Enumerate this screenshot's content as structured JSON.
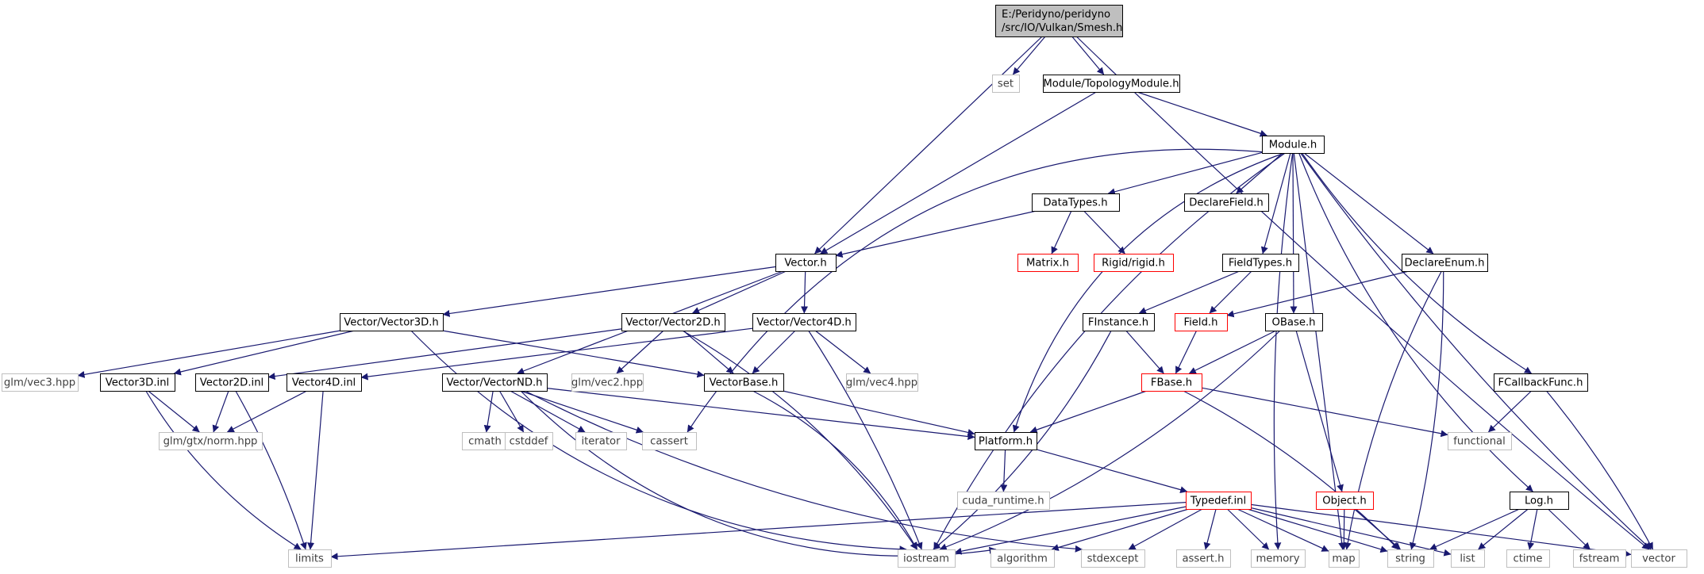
{
  "colors": {
    "edge": "#191970",
    "root_fill": "#bfbfbf",
    "node_border": "#000000",
    "truncated_border": "#ff0000",
    "external_border": "#bfbfbf",
    "external_text": "#404040",
    "text": "#000000"
  },
  "nodes": [
    {
      "id": "smesh",
      "lines": [
        "E:/Peridyno/peridyno",
        "/src/IO/Vulkan/Smesh.h"
      ],
      "kind": "root"
    },
    {
      "id": "set",
      "lines": [
        "set"
      ],
      "kind": "external"
    },
    {
      "id": "topology",
      "lines": [
        "Module/TopologyModule.h"
      ],
      "kind": "normal"
    },
    {
      "id": "module",
      "lines": [
        "Module.h"
      ],
      "kind": "normal"
    },
    {
      "id": "datatypes",
      "lines": [
        "DataTypes.h"
      ],
      "kind": "normal"
    },
    {
      "id": "declarefield",
      "lines": [
        "DeclareField.h"
      ],
      "kind": "normal"
    },
    {
      "id": "vector",
      "lines": [
        "Vector.h"
      ],
      "kind": "normal"
    },
    {
      "id": "matrix",
      "lines": [
        "Matrix.h"
      ],
      "kind": "truncated"
    },
    {
      "id": "rigid",
      "lines": [
        "Rigid/rigid.h"
      ],
      "kind": "truncated"
    },
    {
      "id": "fieldtypes",
      "lines": [
        "FieldTypes.h"
      ],
      "kind": "normal"
    },
    {
      "id": "declareenum",
      "lines": [
        "DeclareEnum.h"
      ],
      "kind": "normal"
    },
    {
      "id": "vec3d",
      "lines": [
        "Vector/Vector3D.h"
      ],
      "kind": "normal"
    },
    {
      "id": "vec2d",
      "lines": [
        "Vector/Vector2D.h"
      ],
      "kind": "normal"
    },
    {
      "id": "vec4d",
      "lines": [
        "Vector/Vector4D.h"
      ],
      "kind": "normal"
    },
    {
      "id": "finstance",
      "lines": [
        "FInstance.h"
      ],
      "kind": "normal"
    },
    {
      "id": "field",
      "lines": [
        "Field.h"
      ],
      "kind": "truncated"
    },
    {
      "id": "obase",
      "lines": [
        "OBase.h"
      ],
      "kind": "normal"
    },
    {
      "id": "glmvec3",
      "lines": [
        "glm/vec3.hpp"
      ],
      "kind": "external"
    },
    {
      "id": "vec3dinl",
      "lines": [
        "Vector3D.inl"
      ],
      "kind": "normal"
    },
    {
      "id": "vec2dinl",
      "lines": [
        "Vector2D.inl"
      ],
      "kind": "normal"
    },
    {
      "id": "vec4dinl",
      "lines": [
        "Vector4D.inl"
      ],
      "kind": "normal"
    },
    {
      "id": "vecnd",
      "lines": [
        "Vector/VectorND.h"
      ],
      "kind": "normal"
    },
    {
      "id": "glmvec2",
      "lines": [
        "glm/vec2.hpp"
      ],
      "kind": "external"
    },
    {
      "id": "vecbase",
      "lines": [
        "VectorBase.h"
      ],
      "kind": "normal"
    },
    {
      "id": "glmvec4",
      "lines": [
        "glm/vec4.hpp"
      ],
      "kind": "external"
    },
    {
      "id": "fbase",
      "lines": [
        "FBase.h"
      ],
      "kind": "truncated"
    },
    {
      "id": "fcallback",
      "lines": [
        "FCallbackFunc.h"
      ],
      "kind": "normal"
    },
    {
      "id": "norm",
      "lines": [
        "glm/gtx/norm.hpp"
      ],
      "kind": "external"
    },
    {
      "id": "cmath",
      "lines": [
        "cmath"
      ],
      "kind": "external"
    },
    {
      "id": "cstddef",
      "lines": [
        "cstddef"
      ],
      "kind": "external"
    },
    {
      "id": "iterator",
      "lines": [
        "iterator"
      ],
      "kind": "external"
    },
    {
      "id": "cassert",
      "lines": [
        "cassert"
      ],
      "kind": "external"
    },
    {
      "id": "platform",
      "lines": [
        "Platform.h"
      ],
      "kind": "normal"
    },
    {
      "id": "functional",
      "lines": [
        "functional"
      ],
      "kind": "external"
    },
    {
      "id": "cudaruntime",
      "lines": [
        "cuda_runtime.h"
      ],
      "kind": "external"
    },
    {
      "id": "typedef",
      "lines": [
        "Typedef.inl"
      ],
      "kind": "truncated"
    },
    {
      "id": "object",
      "lines": [
        "Object.h"
      ],
      "kind": "truncated"
    },
    {
      "id": "log",
      "lines": [
        "Log.h"
      ],
      "kind": "normal"
    },
    {
      "id": "limits",
      "lines": [
        "limits"
      ],
      "kind": "external"
    },
    {
      "id": "iostream",
      "lines": [
        "iostream"
      ],
      "kind": "external"
    },
    {
      "id": "algorithm",
      "lines": [
        "algorithm"
      ],
      "kind": "external"
    },
    {
      "id": "stdexcept",
      "lines": [
        "stdexcept"
      ],
      "kind": "external"
    },
    {
      "id": "assert",
      "lines": [
        "assert.h"
      ],
      "kind": "external"
    },
    {
      "id": "memory",
      "lines": [
        "memory"
      ],
      "kind": "external"
    },
    {
      "id": "map",
      "lines": [
        "map"
      ],
      "kind": "external"
    },
    {
      "id": "string",
      "lines": [
        "string"
      ],
      "kind": "external"
    },
    {
      "id": "list",
      "lines": [
        "list"
      ],
      "kind": "external"
    },
    {
      "id": "ctime",
      "lines": [
        "ctime"
      ],
      "kind": "external"
    },
    {
      "id": "fstream",
      "lines": [
        "fstream"
      ],
      "kind": "external"
    },
    {
      "id": "vectorstd",
      "lines": [
        "vector"
      ],
      "kind": "external"
    }
  ]
}
